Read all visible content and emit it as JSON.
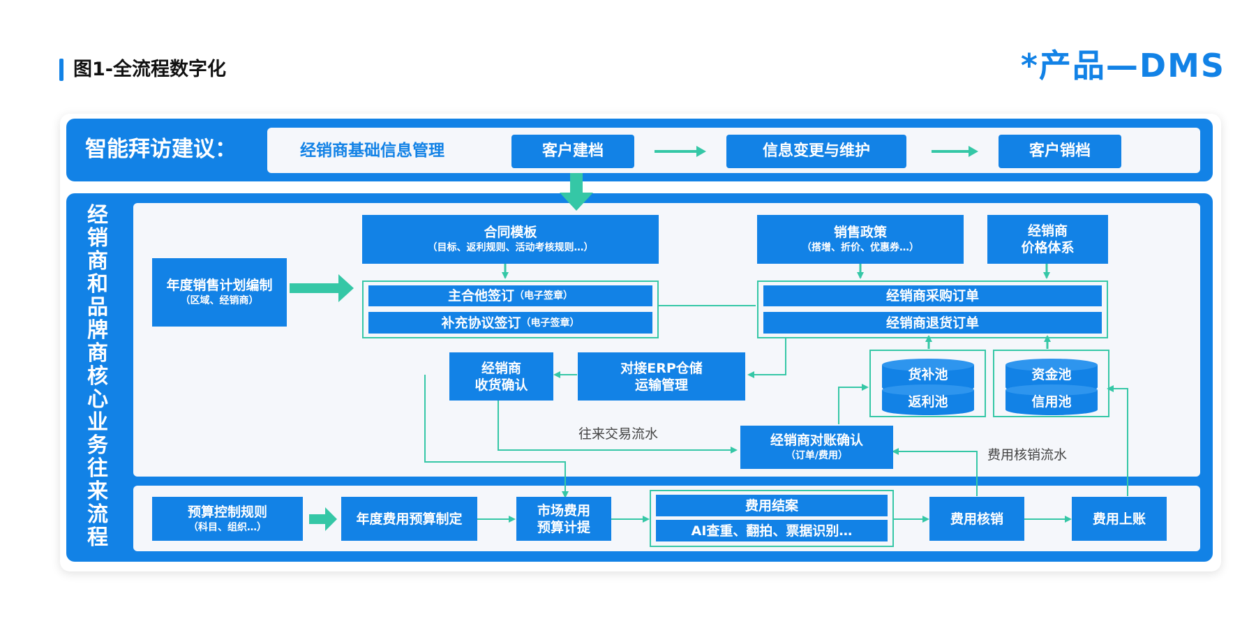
{
  "header": {
    "title": "图1-全流程数字化",
    "product": "*产品—DMS"
  },
  "colors": {
    "blue": "#1282e6",
    "teal": "#35c7a6",
    "panel": "#f5f7fb"
  },
  "top_band": {
    "left_label": "智能拜访建议：",
    "info_label": "经销商基础信息管理",
    "steps": [
      "客户建档",
      "信息变更与维护",
      "客户销档"
    ]
  },
  "side_label": "经销商和品牌商核心业务往来流程",
  "middle": {
    "annual_plan": {
      "line1": "年度销售计划编制",
      "line2": "（区域、经销商）"
    },
    "contract_template": {
      "line1": "合同模板",
      "line2": "（目标、返利规则、活动考核规则…）"
    },
    "main_sign": {
      "main": "主合他签订",
      "note": "（电子签章）"
    },
    "supp_sign": {
      "main": "补充协议签订",
      "note": "（电子签章）"
    },
    "sales_policy": {
      "line1": "销售政策",
      "line2": "（搭增、折价、优惠券…）"
    },
    "price_system": {
      "line1": "经销商",
      "line2": "价格体系"
    },
    "purchase_order": "经销商采购订单",
    "return_order": "经销商退货订单",
    "receipt_confirm": {
      "line1": "经销商",
      "line2": "收货确认"
    },
    "erp": {
      "line1": "对接ERP仓储",
      "line2": "运输管理"
    },
    "pools_left": [
      "货补池",
      "返利池"
    ],
    "pools_right": [
      "资金池",
      "信用池"
    ],
    "reconcile": {
      "line1": "经销商对账确认",
      "line2": "（订单/费用）"
    },
    "flow_trade": "往来交易流水",
    "flow_expense": "费用核销流水"
  },
  "bottom": {
    "budget_rule": {
      "line1": "预算控制规则",
      "line2": "（科目、组织…）"
    },
    "annual_budget": "年度费用预算制定",
    "market_budget": {
      "line1": "市场费用",
      "line2": "预算计提"
    },
    "expense_close": "费用结案",
    "ai_check": "AI查重、翻拍、票据识别…",
    "expense_writeoff": "费用核销",
    "expense_post": "费用上账"
  }
}
